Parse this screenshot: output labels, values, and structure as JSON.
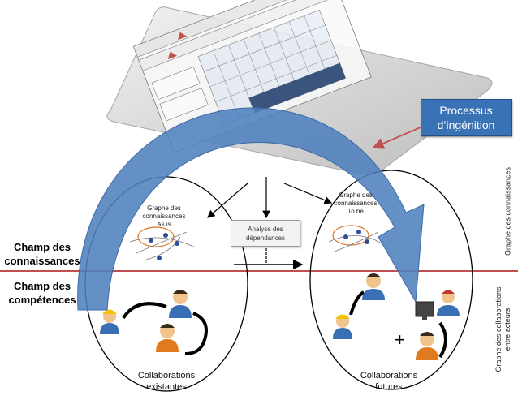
{
  "processus": {
    "line1": "Processus",
    "line2": "d’ingénition"
  },
  "champ_connaissances": {
    "line1": "Champ des",
    "line2": "connaissances"
  },
  "champ_competences": {
    "line1": "Champ des",
    "line2": "compétences"
  },
  "graphe_as_is": {
    "line1": "Graphe des",
    "line2": "connaissances",
    "line3": "As is"
  },
  "graphe_to_be": {
    "line1": "Graphe des",
    "line2": "connaissances",
    "line3": "To be"
  },
  "analyse": {
    "line1": "Analyse des",
    "line2": "dépendances"
  },
  "collab_existantes": {
    "line1": "Collaborations",
    "line2": "existantes"
  },
  "collab_futures": {
    "line1": "Collaborations",
    "line2": "futures"
  },
  "side_connaissances": "Graphe des connaissances",
  "side_collaborations": {
    "line1": "Graphe des collaborations",
    "line2": "entre acteurs"
  },
  "plus_sign": "+",
  "colors": {
    "arrow_blue": "#4f81bd",
    "divider_red": "#c0504d",
    "box_blue": "#3a72b6",
    "platform_grey": "#d9d9d9"
  }
}
